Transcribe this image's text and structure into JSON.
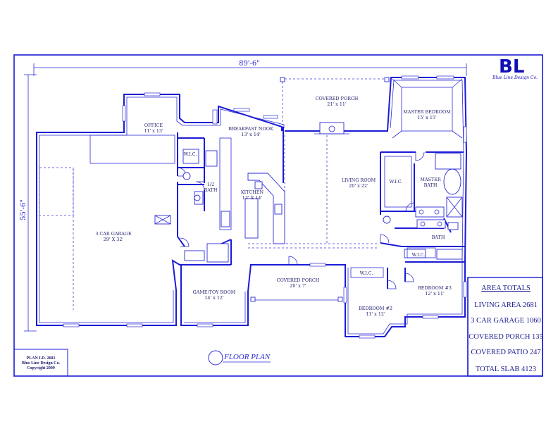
{
  "plan": {
    "overall_width": "89'-6\"",
    "overall_depth": "55'-6\"",
    "drawing_title": "FLOOR PLAN"
  },
  "rooms": {
    "covered_porch_top": {
      "name": "COVERED PORCH",
      "size": "21' x 11'"
    },
    "master_bedroom": {
      "name": "MASTER BEDROOM",
      "size": "15' x 15'"
    },
    "office": {
      "name": "OFFICE",
      "size": "11' x 13'"
    },
    "breakfast_nook": {
      "name": "BREAKFAST NOOK",
      "size": "13' x 14'"
    },
    "wic_office": {
      "name": "W.I.C."
    },
    "half_bath": {
      "name": "1/2",
      "name2": "BATH"
    },
    "kitchen": {
      "name": "KITCHEN",
      "size": "13' X 14'"
    },
    "living_room": {
      "name": "LIVING ROOM",
      "size": "20' x 22'"
    },
    "wic_master": {
      "name": "W.I.C."
    },
    "master_bath": {
      "name": "MASTER",
      "name2": "BATH"
    },
    "garage": {
      "name": "3 CAR GARAGE",
      "size": "29' X 32'"
    },
    "bath": {
      "name": "BATH"
    },
    "game_room": {
      "name": "GAME/TOY ROOM",
      "size": "14' x 12'"
    },
    "covered_porch_front": {
      "name": "COVERED PORCH",
      "size": "20' x 7'"
    },
    "bedroom2": {
      "name": "BEDROOM #2",
      "size": "11' x 12'"
    },
    "wic_bed2": {
      "name": "W.I.C."
    },
    "bedroom3": {
      "name": "BEDROOM #3",
      "size": "12' x 11'"
    },
    "wic_bed3": {
      "name": "W.I.C."
    }
  },
  "area_totals": {
    "heading": "AREA TOTALS",
    "rows": [
      "LIVING AREA  2681",
      "3 CAR GARAGE  1060",
      "COVERED PORCH  135",
      "COVERED PATIO  247",
      "TOTAL SLAB  4123"
    ]
  },
  "title_block": {
    "plan_id": "PLAN I.D. 2681",
    "company": "Blue Line Design Co.",
    "copyright": "Copyright 2009"
  },
  "logo": {
    "mark": "BL",
    "caption": "Blue Line Design Co."
  },
  "colors": {
    "line": "#1b1bd6",
    "text": "#1f1f6e"
  }
}
